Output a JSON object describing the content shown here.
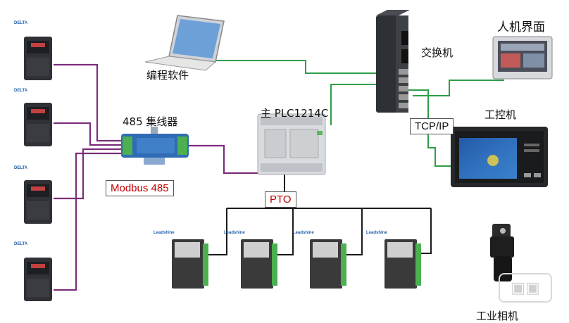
{
  "labels": {
    "programming_software": "编程软件",
    "switch": "交换机",
    "hmi": "人机界面",
    "hub_485": "485 集线器",
    "main_plc": "主 PLC1214C",
    "modbus_485": "Modbus 485",
    "tcp_ip": "TCP/IP",
    "ipc": "工控机",
    "pto": "PTO",
    "industrial_camera": "工业相机"
  },
  "brands": {
    "delta": "DELTA",
    "leadshine": "Leadshine"
  },
  "colors": {
    "rs485_wire": "#7b2d7b",
    "ethernet_wire": "#2e9e48",
    "pto_wire": "#1a1a1a",
    "label_red": "#c00000"
  }
}
